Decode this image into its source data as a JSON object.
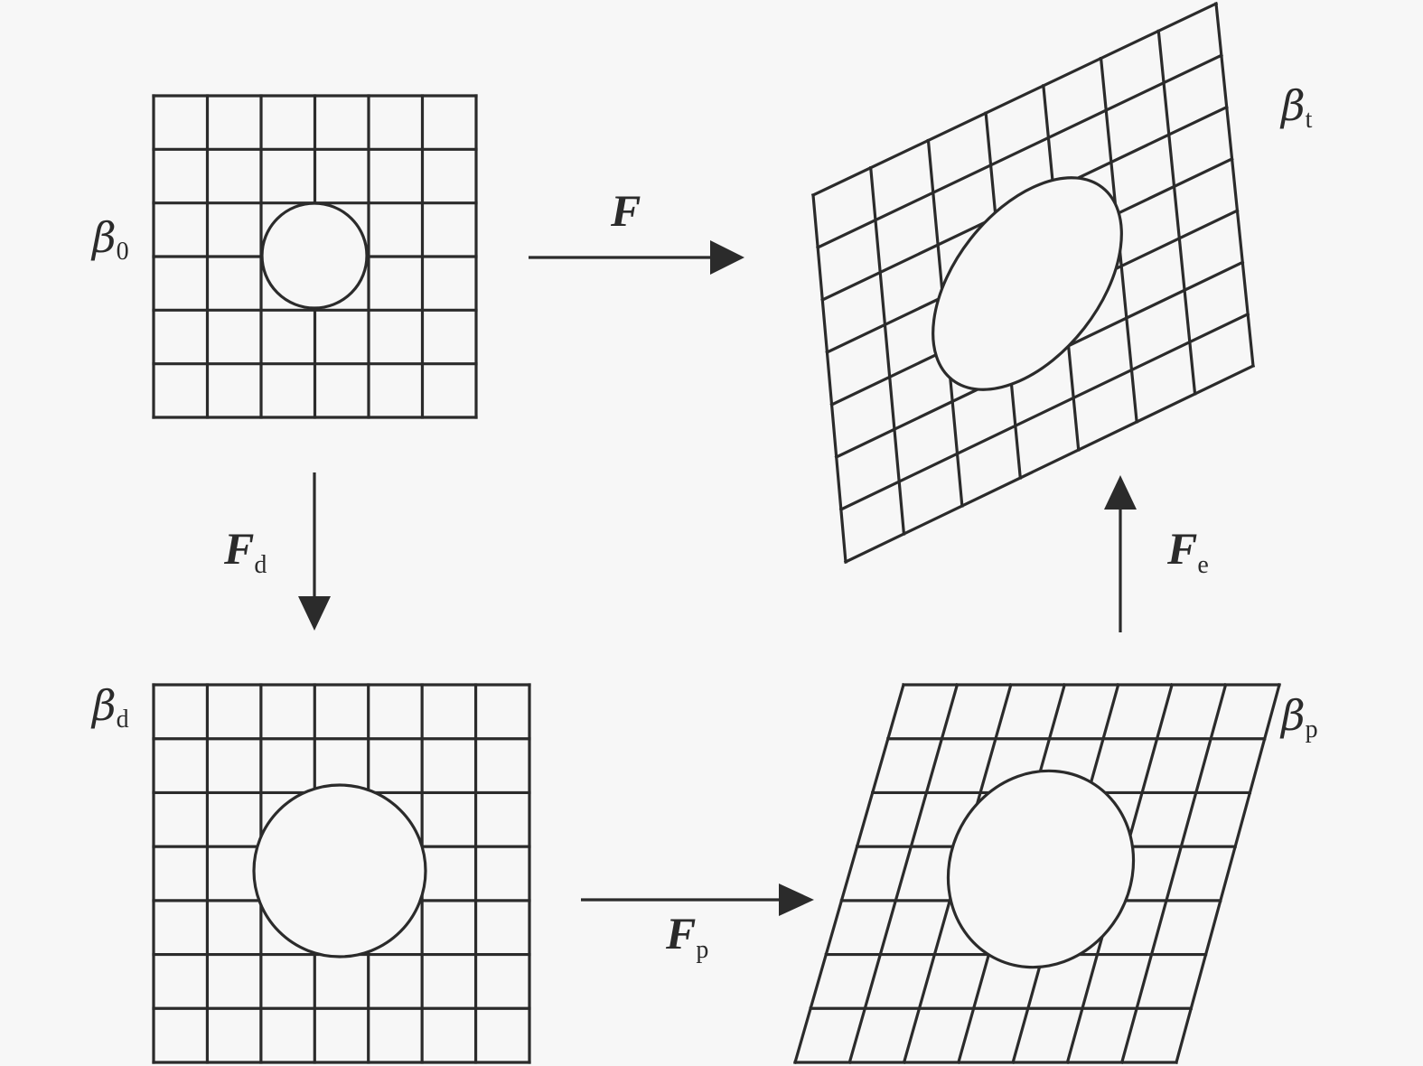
{
  "states": {
    "initial": {
      "symbol": "β",
      "subscript": "0"
    },
    "damaged": {
      "symbol": "β",
      "subscript": "d"
    },
    "plastic": {
      "symbol": "β",
      "subscript": "p"
    },
    "current": {
      "symbol": "β",
      "subscript": "t"
    }
  },
  "mappings": {
    "total": {
      "symbol": "F",
      "subscript": ""
    },
    "damage": {
      "symbol": "F",
      "subscript": "d"
    },
    "plastic": {
      "symbol": "F",
      "subscript": "p"
    },
    "elastic": {
      "symbol": "F",
      "subscript": "e"
    }
  }
}
